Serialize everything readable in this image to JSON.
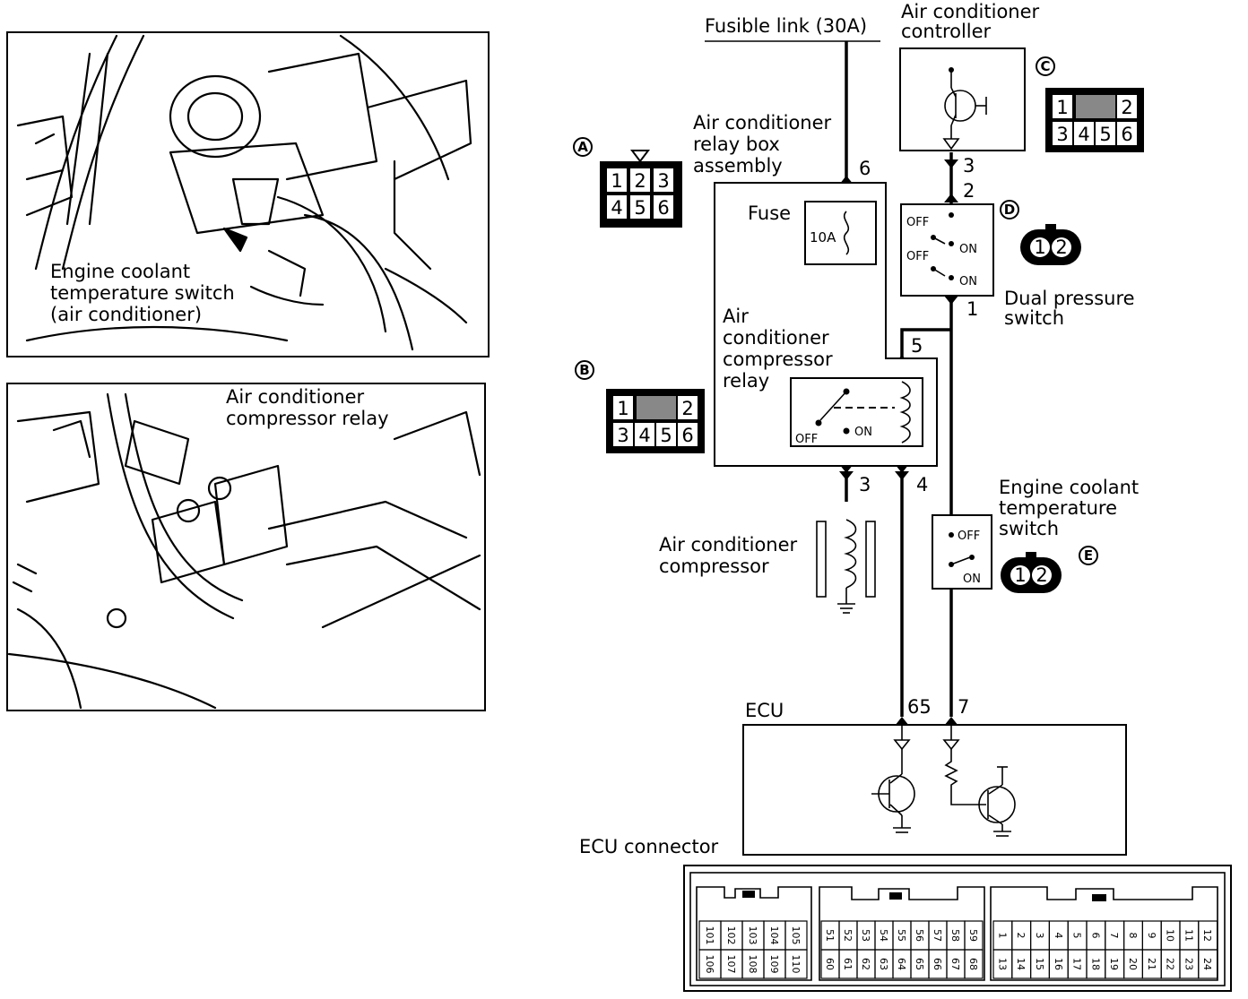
{
  "photos": {
    "top_label": [
      "Engine coolant",
      "temperature switch",
      "(air conditioner)"
    ],
    "bottom_label": [
      "Air conditioner",
      "compressor relay"
    ]
  },
  "schematic": {
    "fusible_link": "Fusible link (30A)",
    "ac_controller": [
      "Air conditioner",
      "controller"
    ],
    "relay_box": [
      "Air conditioner",
      "relay box",
      "assembly"
    ],
    "fuse": "Fuse",
    "fuse_rating": "10A",
    "compressor_relay": [
      "Air",
      "conditioner",
      "compressor",
      "relay"
    ],
    "compressor": [
      "Air conditioner",
      "compressor"
    ],
    "dual_pressure_switch": [
      "Dual pressure",
      "switch"
    ],
    "coolant_switch": [
      "Engine coolant",
      "temperature",
      "switch"
    ],
    "ecu": "ECU",
    "ecu_connector": "ECU connector",
    "state_off": "OFF",
    "state_on": "ON",
    "pins": {
      "fuse_in": "6",
      "relay_coil": "5",
      "relay_out": "3",
      "relay_coil_gnd": "4",
      "ctrl_out": "3",
      "dps_in": "2",
      "dps_out": "1",
      "ecu_left": "65",
      "ecu_right": "7"
    },
    "connectors": {
      "A": {
        "tag": "A",
        "pins": [
          "1",
          "2",
          "3",
          "4",
          "5",
          "6"
        ]
      },
      "B": {
        "tag": "B",
        "pins": [
          "1",
          "2",
          "3",
          "4",
          "5",
          "6"
        ]
      },
      "C": {
        "tag": "C",
        "pins": [
          "1",
          "2",
          "3",
          "4",
          "5",
          "6"
        ]
      },
      "D": {
        "tag": "D",
        "pins": [
          "1",
          "2"
        ]
      },
      "E": {
        "tag": "E",
        "pins": [
          "1",
          "2"
        ]
      }
    },
    "ecu_pins": {
      "left_top": [
        "101",
        "102",
        "103",
        "104",
        "105"
      ],
      "left_bottom": [
        "106",
        "107",
        "108",
        "109",
        "110"
      ],
      "mid_top": [
        "51",
        "52",
        "53",
        "54",
        "55",
        "56",
        "57",
        "58",
        "59"
      ],
      "mid_bottom": [
        "60",
        "61",
        "62",
        "63",
        "64",
        "65",
        "66",
        "67",
        "68"
      ],
      "right_top": [
        "1",
        "2",
        "3",
        "4",
        "5",
        "6",
        "7",
        "8",
        "9",
        "10",
        "11",
        "12"
      ],
      "right_bottom": [
        "13",
        "14",
        "15",
        "16",
        "17",
        "18",
        "19",
        "20",
        "21",
        "22",
        "23",
        "24"
      ]
    }
  }
}
